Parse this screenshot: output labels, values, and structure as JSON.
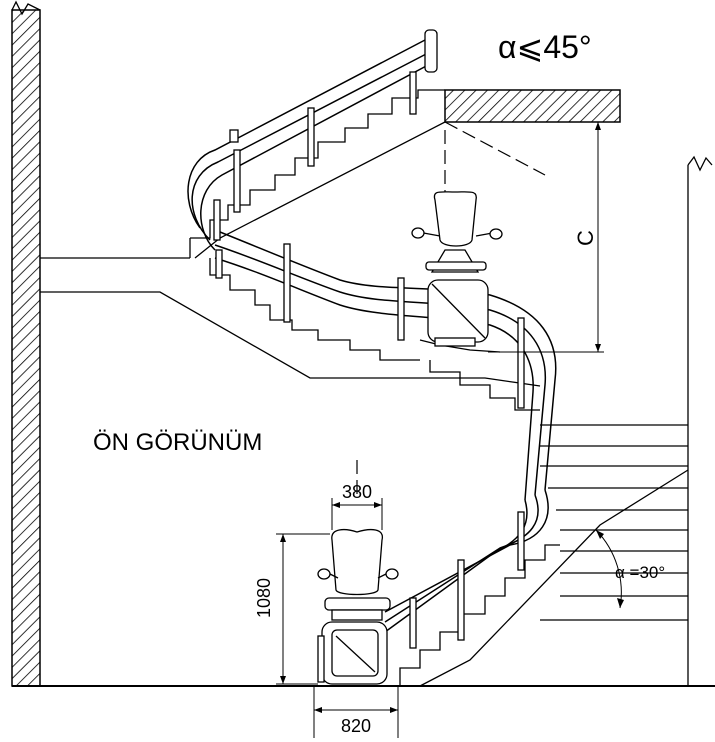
{
  "labels": {
    "max_angle": "α⩽45°",
    "front_view": "ÖN GÖRÜNÜM",
    "dim_seat_width": "380",
    "dim_height": "1080",
    "dim_base_width": "820",
    "dim_c": "C",
    "stair_angle": "α =30°"
  },
  "icons": {
    "chair_upper": "stairlift-chair-icon",
    "chair_lower": "stairlift-chair-icon"
  },
  "colors": {
    "line": "#000000",
    "background": "#ffffff"
  }
}
